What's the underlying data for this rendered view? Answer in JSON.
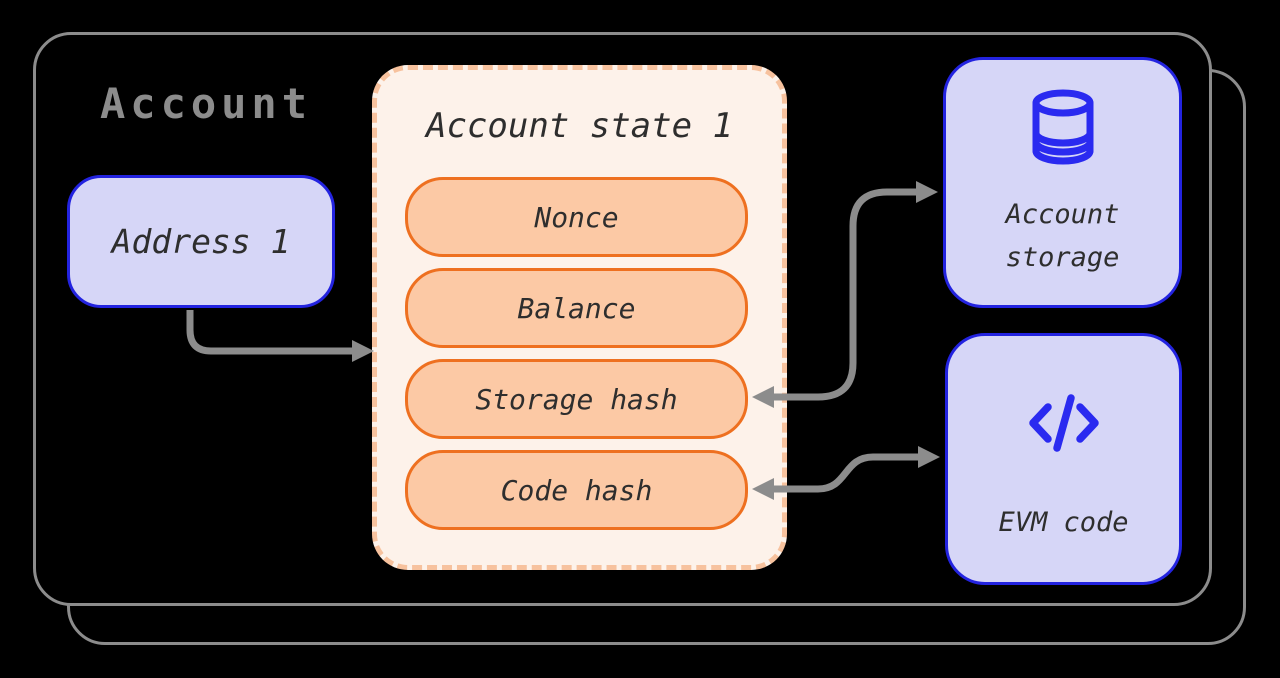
{
  "account_container": {
    "title": "Account"
  },
  "address_node": {
    "label": "Address 1"
  },
  "account_state_node": {
    "title": "Account state 1",
    "fields": [
      "Nonce",
      "Balance",
      "Storage hash",
      "Code hash"
    ]
  },
  "account_storage_node": {
    "icon": "database-icon",
    "label_lines": [
      "Account",
      "storage"
    ]
  },
  "evm_code_node": {
    "icon": "code-icon",
    "label": "EVM code"
  },
  "connections": {
    "address_to_state": "address -> account state",
    "storage_hash_to_account_storage": "storage hash <-> account storage",
    "code_hash_to_evm_code": "code hash <-> evm code"
  },
  "colors": {
    "background": "#000000",
    "outline_gray": "#8c8c8c",
    "title_gray": "#8c8c8c",
    "accent_blue": "#2323e0",
    "lavender_fill": "#d6d6f7",
    "orange_border": "#ee7020",
    "orange_fill": "#fcc9a5",
    "cream_fill": "#fdf2ea",
    "dash_orange": "#f7c29e",
    "text_dark": "#2e2e2e"
  }
}
